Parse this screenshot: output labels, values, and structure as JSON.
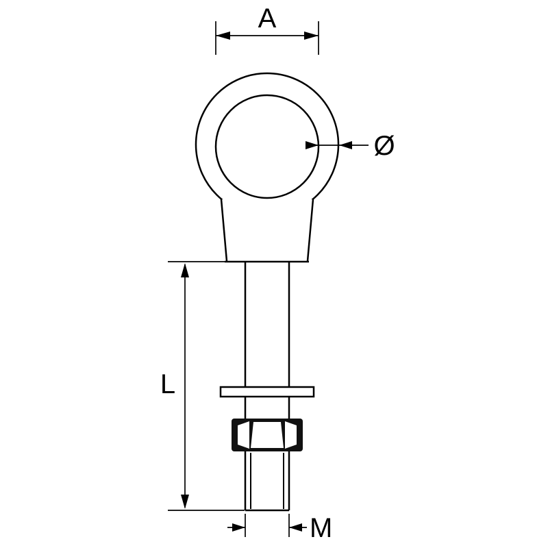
{
  "diagram": {
    "name": "eye-bolt-dimensional-drawing",
    "labels": {
      "eye_width": "A",
      "stock_diameter": "Ø",
      "shank_length": "L",
      "thread": "M"
    },
    "colors": {
      "line": "#000000",
      "background": "#ffffff",
      "nut-fill": "#111111"
    }
  }
}
